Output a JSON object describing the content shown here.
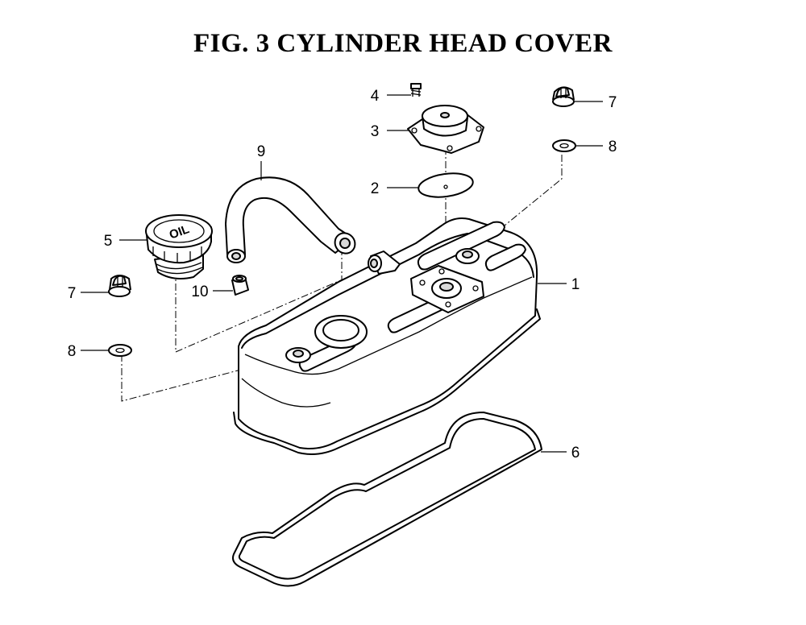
{
  "title": "FIG.  3  CYLINDER HEAD COVER",
  "cap_marking": "OIL",
  "callouts": {
    "p1": "1",
    "p2": "2",
    "p3": "3",
    "p4": "4",
    "p5": "5",
    "p6": "6",
    "p7a": "7",
    "p7b": "7",
    "p8a": "8",
    "p8b": "8",
    "p9": "9",
    "p10": "10"
  }
}
